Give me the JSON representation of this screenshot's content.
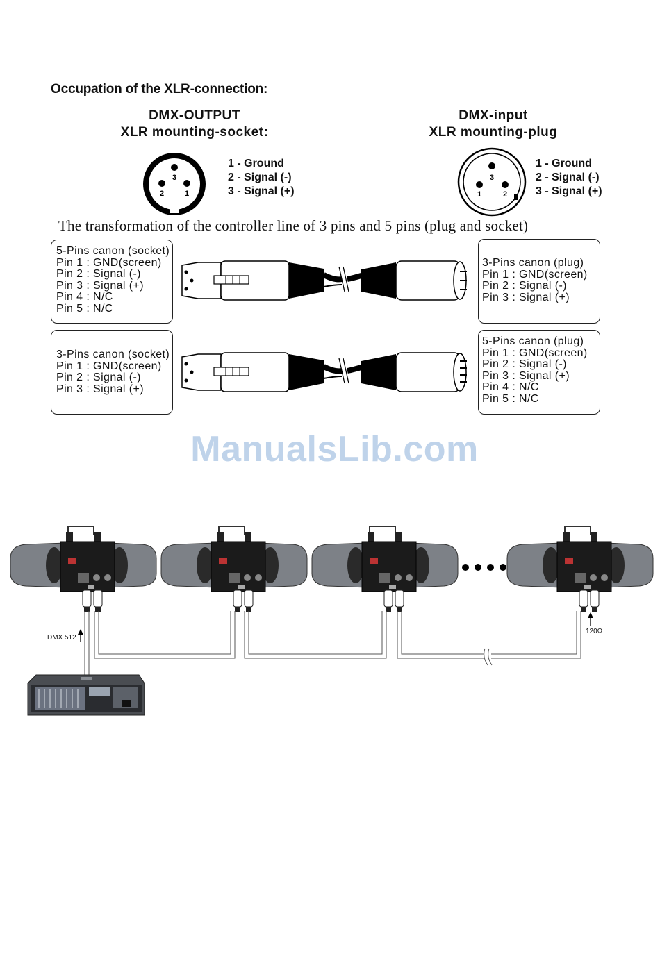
{
  "heading": "Occupation of the XLR-connection:",
  "output": {
    "title_line1": "DMX-OUTPUT",
    "title_line2": "XLR mounting-socket:",
    "pins": [
      "1 - Ground",
      "2 - Signal (-)",
      "3 - Signal (+)"
    ],
    "connector_numbers": [
      "3",
      "2",
      "1"
    ]
  },
  "input": {
    "title_line1": "DMX-input",
    "title_line2": "XLR mounting-plug",
    "pins": [
      "1 - Ground",
      "2 - Signal (-)",
      "3 - Signal (+)"
    ],
    "connector_numbers": [
      "3",
      "1",
      "2"
    ]
  },
  "transformation_title": "The transformation of the controller line of 3 pins and 5 pins (plug and socket)",
  "adapters": [
    {
      "left": {
        "title": "5-Pins canon (socket)",
        "lines": [
          "Pin 1 : GND(screen)",
          "Pin 2 : Signal (-)",
          "Pin 3 : Signal (+)",
          "Pin 4 : N/C",
          "Pin 5 : N/C"
        ]
      },
      "right": {
        "title": "3-Pins canon (plug)",
        "lines": [
          "Pin 1 : GND(screen)",
          "Pin 2 : Signal (-)",
          "Pin 3 : Signal (+)"
        ]
      }
    },
    {
      "left": {
        "title": "3-Pins canon (socket)",
        "lines": [
          "Pin 1 : GND(screen)",
          "Pin 2 : Signal (-)",
          "Pin 3 : Signal (+)"
        ]
      },
      "right": {
        "title": "5-Pins canon (plug)",
        "lines": [
          "Pin 1 : GND(screen)",
          "Pin 2 : Signal (-)",
          "Pin 3 : Signal (+)",
          "Pin 4 : N/C",
          "Pin 5 : N/C"
        ]
      }
    }
  ],
  "watermark": "ManualsLib.com",
  "chain": {
    "dmx_label": "DMX 512",
    "terminator_label": "120Ω"
  },
  "colors": {
    "watermark": "#bfd3ea",
    "fixture_body": "#7d8187",
    "fixture_panel": "#1b1b1b",
    "cable": "#9a9a9a"
  }
}
